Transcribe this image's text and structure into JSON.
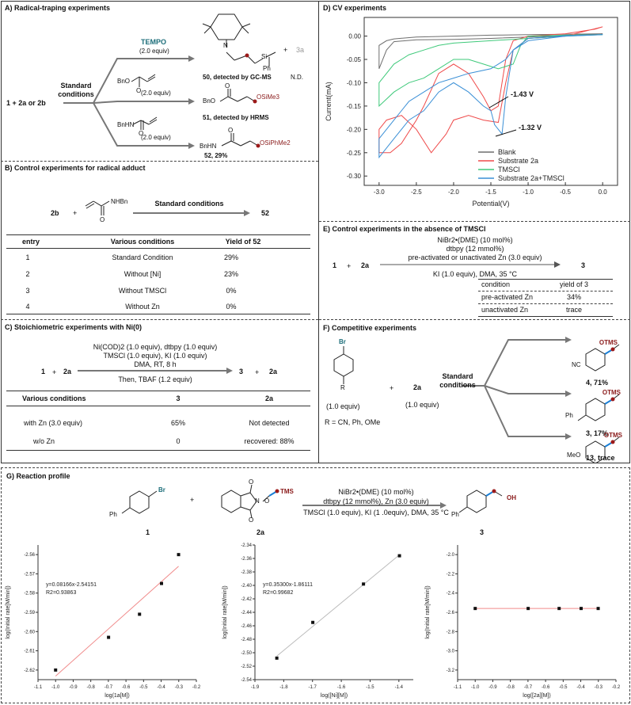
{
  "A": {
    "title": "A) Radical-traping experiments",
    "start": "1 + 2a or 2b",
    "cond1": "Standard",
    "cond2": "conditions",
    "tempo": "TEMPO",
    "eq1": "(2.0 equiv)",
    "eq2": "(2.0 equiv)",
    "eq3": "(2.0 equiv)",
    "bno1": "BnO",
    "bno2": "BnO",
    "bnhn1": "BnHN",
    "bnhn2": "BnHN",
    "o_label": "O",
    "n_label": "N",
    "si_label": "Si",
    "ph_label": "Ph",
    "plus": "+",
    "p3a": "3a",
    "nd": "N.D.",
    "osime3": "OSiMe3",
    "osiphme2": "OSiPhMe2",
    "c50": "50, detected by GC-MS",
    "c51": "51, detected by HRMS",
    "c52": "52, 29%"
  },
  "B": {
    "title": "B) Control experiments for radical adduct",
    "reactant": "2b",
    "plus": "+",
    "nhbn": "NHBn",
    "o_label": "O",
    "arrow": "Standard conditions",
    "product": "52",
    "headers": [
      "entry",
      "Various conditions",
      "Yield of 52"
    ],
    "rows": [
      [
        "1",
        "Standard Condition",
        "29%"
      ],
      [
        "2",
        "Without [Ni]",
        "23%"
      ],
      [
        "3",
        "Without TMSCl",
        "0%"
      ],
      [
        "4",
        "Without Zn",
        "0%"
      ]
    ]
  },
  "C": {
    "title": "C) Stoichiometric experiments with Ni(0)",
    "r1": "1",
    "plus1": "+",
    "r2": "2a",
    "line1": "Ni(COD)2 (1.0 equiv), dtbpy (1.0 equiv)",
    "line2": "TMSCl (1.0 equiv), KI (1.0 equiv)",
    "line3": "DMA, RT, 8 h",
    "line4": "Then, TBAF (1.2 equiv)",
    "p1": "3",
    "plus2": "+",
    "p2": "2a",
    "headers": [
      "Various conditions",
      "3",
      "2a"
    ],
    "rows": [
      [
        "with Zn (3.0 equiv)",
        "65%",
        "Not detected"
      ],
      [
        "w/o Zn",
        "0",
        "recovered: 88%"
      ]
    ]
  },
  "D": {
    "title": "D) CV experiments",
    "ylabel": "Current(mA)",
    "xlabel": "Potential(V)",
    "ann1": "-1.43 V",
    "ann2": "-1.32 V"
  },
  "E": {
    "title": "E) Control experiments in the absence of TMSCl",
    "line1": "NiBr2•(DME) (10 mol%)",
    "line2": "dtbpy (12 mmol%)",
    "line3": "pre-activated or unactivated Zn (3.0 equiv)",
    "line4": "KI (1.0 equiv), DMA, 35 °C",
    "r1": "1",
    "plus": "+",
    "r2": "2a",
    "product": "3",
    "headers": [
      "condition",
      "yield of 3"
    ],
    "rows": [
      [
        "pre-activated Zn",
        "34%"
      ],
      [
        "unactivated Zn",
        "trace"
      ]
    ]
  },
  "F": {
    "title": "F) Competitive experiments",
    "br": "Br",
    "r": "R",
    "equiv1": "(1.0 equiv)",
    "rlist": "R = CN, Ph, OMe",
    "plus": "+",
    "r2": "2a",
    "equiv2": "(1.0 equiv)",
    "cond1": "Standard",
    "cond2": "conditions",
    "otms": "OTMS",
    "nc": "NC",
    "ph": "Ph",
    "meo": "MeO",
    "p1": "4, 71%",
    "p2": "3, 17%",
    "p3": "13, trace"
  },
  "G": {
    "title": "G) Reaction profile",
    "br": "Br",
    "ph1": "Ph",
    "ph2": "Ph",
    "plus": "+",
    "n_label": "N",
    "o_label": "O",
    "tms": "TMS",
    "oh": "OH",
    "line1": "NiBr2•(DME) (10 mol%)",
    "line2": "dtbpy (12 mmol%), Zn (3.0 equiv)",
    "line3": "TMSCl (1.0 equiv), KI (1 .0equiv), DMA, 35 °C",
    "lab1": "1",
    "lab2": "2a",
    "lab3": "3"
  },
  "colors": {
    "teal": "#1d6e7a",
    "red": "#8a1a1a",
    "blank": "#6e6e6e",
    "substrate": "#ef4a4a",
    "tmscl": "#3ec97a",
    "both": "#3a8fd6",
    "fit": "#f08a8a",
    "fit2": "#bbbbbb"
  },
  "chart_data": [
    {
      "type": "line",
      "title": "",
      "xlabel": "Potential(V)",
      "ylabel": "Current(mA)",
      "xlim": [
        -3.2,
        0.2
      ],
      "ylim": [
        -0.32,
        0.04
      ],
      "xticks": [
        "-3.0",
        "-2.5",
        "-2.0",
        "-1.5",
        "-1.0",
        "-0.5",
        "0.0"
      ],
      "yticks": [
        "0.00",
        "-0.05",
        "-0.10",
        "-0.15",
        "-0.20",
        "-0.25",
        "-0.30"
      ],
      "legend_position": "bottom-right",
      "series": [
        {
          "name": "Blank",
          "color": "#6e6e6e",
          "x": [
            0.0,
            -0.5,
            -1.0,
            -1.5,
            -2.0,
            -2.5,
            -2.8,
            -2.9,
            -3.0,
            -3.0,
            -2.9,
            -2.8,
            -2.5,
            -2.0,
            -1.5,
            -1.0,
            -0.5,
            0.0
          ],
          "y": [
            0.005,
            0.004,
            0.003,
            0.002,
            0.0,
            -0.002,
            -0.006,
            -0.01,
            -0.02,
            -0.07,
            -0.03,
            -0.012,
            -0.008,
            -0.007,
            -0.005,
            -0.002,
            0.001,
            0.005
          ]
        },
        {
          "name": "Substrate 2a",
          "color": "#ef4a4a",
          "x": [
            0.0,
            -0.1,
            -0.5,
            -1.0,
            -1.2,
            -1.3,
            -1.4,
            -1.5,
            -1.6,
            -1.8,
            -2.0,
            -2.2,
            -2.4,
            -2.5,
            -2.7,
            -2.85,
            -3.0,
            -3.0,
            -2.9,
            -2.7,
            -2.5,
            -2.3,
            -2.1,
            -2.0,
            -1.8,
            -1.6,
            -1.4,
            -1.3,
            -1.2,
            -1.0,
            -0.5,
            0.0
          ],
          "y": [
            0.02,
            0.015,
            0.005,
            0.0,
            -0.01,
            -0.05,
            -0.15,
            -0.16,
            -0.13,
            -0.08,
            -0.06,
            -0.08,
            -0.15,
            -0.18,
            -0.23,
            -0.25,
            -0.25,
            -0.2,
            -0.18,
            -0.17,
            -0.2,
            -0.25,
            -0.21,
            -0.18,
            -0.17,
            -0.18,
            -0.185,
            -0.1,
            -0.03,
            -0.005,
            0.0,
            0.02
          ]
        },
        {
          "name": "TMSCl",
          "color": "#3ec97a",
          "x": [
            0.0,
            -0.5,
            -1.0,
            -1.1,
            -1.2,
            -1.4,
            -1.6,
            -1.8,
            -2.0,
            -2.2,
            -2.4,
            -2.6,
            -2.8,
            -3.0,
            -3.0,
            -2.8,
            -2.6,
            -2.4,
            -2.2,
            -2.0,
            -1.5,
            -1.0,
            -0.5,
            0.0
          ],
          "y": [
            0.003,
            0.002,
            0.0,
            -0.02,
            -0.06,
            -0.07,
            -0.06,
            -0.05,
            -0.05,
            -0.07,
            -0.09,
            -0.1,
            -0.12,
            -0.15,
            -0.1,
            -0.06,
            -0.04,
            -0.03,
            -0.02,
            -0.015,
            -0.01,
            -0.005,
            0.0,
            0.003
          ]
        },
        {
          "name": "Substrate 2a+TMSCl",
          "color": "#3a8fd6",
          "x": [
            0.0,
            -0.5,
            -1.0,
            -1.2,
            -1.3,
            -1.35,
            -1.45,
            -1.5,
            -1.6,
            -1.8,
            -2.0,
            -2.2,
            -2.4,
            -2.6,
            -2.8,
            -3.0,
            -3.0,
            -2.8,
            -2.6,
            -2.4,
            -2.2,
            -2.0,
            -1.8,
            -1.5,
            -1.4,
            -1.3,
            -1.2,
            -1.0,
            -0.5,
            0.0
          ],
          "y": [
            0.003,
            0.001,
            -0.005,
            -0.03,
            -0.13,
            -0.21,
            -0.19,
            -0.16,
            -0.15,
            -0.12,
            -0.1,
            -0.12,
            -0.16,
            -0.18,
            -0.22,
            -0.26,
            -0.22,
            -0.18,
            -0.14,
            -0.12,
            -0.1,
            -0.09,
            -0.08,
            -0.07,
            -0.06,
            -0.05,
            -0.03,
            -0.01,
            0.0,
            0.003
          ]
        }
      ]
    },
    {
      "type": "scatter",
      "title": "",
      "xlabel": "log(1a[M])",
      "ylabel": "log(Initial rate[M/min])",
      "xlim": [
        -1.1,
        -0.2
      ],
      "ylim": [
        -2.625,
        -2.555
      ],
      "xticks": [
        "-1.1",
        "-1.0",
        "-0.9",
        "-0.8",
        "-0.7",
        "-0.6",
        "-0.5",
        "-0.4",
        "-0.3",
        "-0.2"
      ],
      "yticks": [
        "-2.56",
        "-2.57",
        "-2.58",
        "-2.59",
        "-2.60",
        "-2.61",
        "-2.62"
      ],
      "x": [
        -1.0,
        -0.699,
        -0.523,
        -0.398,
        -0.301
      ],
      "y": [
        -2.62,
        -2.603,
        -2.591,
        -2.575,
        -2.56
      ],
      "fit_label": "y=0.08166x-2.54151",
      "r2_label": "R2=0.93863",
      "fit": {
        "slope": 0.08166,
        "intercept": -2.54151
      }
    },
    {
      "type": "scatter",
      "title": "",
      "xlabel": "log([Ni][M])",
      "ylabel": "log(Initial rate[M/min])",
      "xlim": [
        -1.9,
        -1.35
      ],
      "ylim": [
        -2.54,
        -2.34
      ],
      "xticks": [
        "-1.9",
        "-1.8",
        "-1.7",
        "-1.6",
        "-1.5",
        "-1.4"
      ],
      "yticks": [
        "-2.34",
        "-2.36",
        "-2.38",
        "-2.40",
        "-2.42",
        "-2.44",
        "-2.46",
        "-2.48",
        "-2.50",
        "-2.52",
        "-2.54"
      ],
      "x": [
        -1.824,
        -1.699,
        -1.523,
        -1.398
      ],
      "y": [
        -2.508,
        -2.455,
        -2.398,
        -2.356
      ],
      "fit_label": "y=0.35300x-1.86111",
      "r2_label": "R2=0.99682",
      "fit": {
        "slope": 0.353,
        "intercept": -1.86111
      }
    },
    {
      "type": "scatter",
      "title": "",
      "xlabel": "log([2a][M])",
      "ylabel": "log(Initial rate[M/min])",
      "xlim": [
        -1.1,
        -0.2
      ],
      "ylim": [
        -3.3,
        -1.9
      ],
      "xticks": [
        "-1.1",
        "-1.0",
        "-0.9",
        "-0.8",
        "-0.7",
        "-0.6",
        "-0.5",
        "-0.4",
        "-0.3",
        "-0.2"
      ],
      "yticks": [
        "-2.0",
        "-2.2",
        "-2.4",
        "-2.6",
        "-2.8",
        "-3.0",
        "-3.2"
      ],
      "x": [
        -1.0,
        -0.699,
        -0.523,
        -0.398,
        -0.301
      ],
      "y": [
        -2.56,
        -2.56,
        -2.56,
        -2.56,
        -2.56
      ],
      "fit": {
        "slope": 0,
        "intercept": -2.56
      }
    }
  ]
}
